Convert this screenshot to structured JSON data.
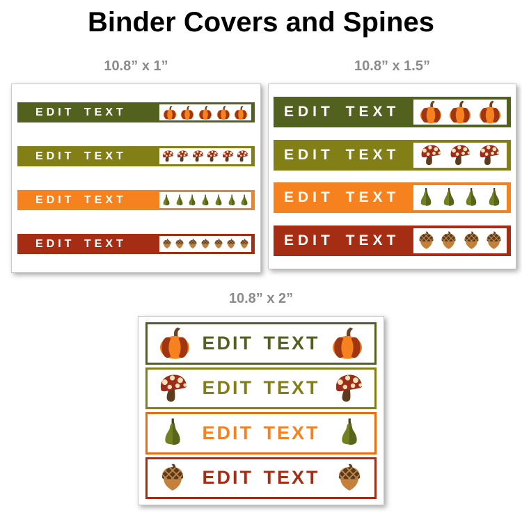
{
  "page": {
    "title": "Binder Covers and Spines"
  },
  "colors": {
    "dark_green": "#53611f",
    "olive": "#837f17",
    "orange": "#f5821e",
    "orange_border": "#ec6c10",
    "dark_red": "#a52d14",
    "label_gray": "#8a8a8a",
    "text_white": "#ffffff"
  },
  "panels": [
    {
      "label": "10.8” x 1”",
      "row_style": "filled",
      "rows": [
        {
          "text": "EDIT TEXT",
          "icon": "pumpkin",
          "icon_count": 5,
          "fill": "#53611f",
          "text_color": "#ffffff"
        },
        {
          "text": "EDIT TEXT",
          "icon": "mushroom",
          "icon_count": 6,
          "fill": "#837f17",
          "text_color": "#ffffff"
        },
        {
          "text": "EDIT TEXT",
          "icon": "pear",
          "icon_count": 7,
          "fill": "#f5821e",
          "text_color": "#ffffff"
        },
        {
          "text": "EDIT TEXT",
          "icon": "acorn",
          "icon_count": 7,
          "fill": "#a52d14",
          "text_color": "#ffffff"
        }
      ]
    },
    {
      "label": "10.8” x 1.5”",
      "row_style": "filled",
      "rows": [
        {
          "text": "EDIT TEXT",
          "icon": "pumpkin",
          "icon_count": 3,
          "fill": "#53611f",
          "text_color": "#ffffff"
        },
        {
          "text": "EDIT TEXT",
          "icon": "mushroom",
          "icon_count": 3,
          "fill": "#837f17",
          "text_color": "#ffffff"
        },
        {
          "text": "EDIT TEXT",
          "icon": "pear",
          "icon_count": 4,
          "fill": "#f5821e",
          "text_color": "#ffffff"
        },
        {
          "text": "EDIT TEXT",
          "icon": "acorn",
          "icon_count": 4,
          "fill": "#a52d14",
          "text_color": "#ffffff"
        }
      ]
    },
    {
      "label": "10.8” x 2”",
      "row_style": "outline",
      "rows": [
        {
          "text": "EDIT TEXT",
          "icon": "pumpkin",
          "icons_per_side": 1,
          "border": "#53611f",
          "text_color": "#53611f"
        },
        {
          "text": "EDIT TEXT",
          "icon": "mushroom",
          "icons_per_side": 1,
          "border": "#837f17",
          "text_color": "#837f17"
        },
        {
          "text": "EDIT TEXT",
          "icon": "pear",
          "icons_per_side": 1,
          "border": "#ec6c10",
          "text_color": "#f5821e"
        },
        {
          "text": "EDIT TEXT",
          "icon": "acorn",
          "icons_per_side": 1,
          "border": "#a52d14",
          "text_color": "#a52d14"
        }
      ]
    }
  ]
}
